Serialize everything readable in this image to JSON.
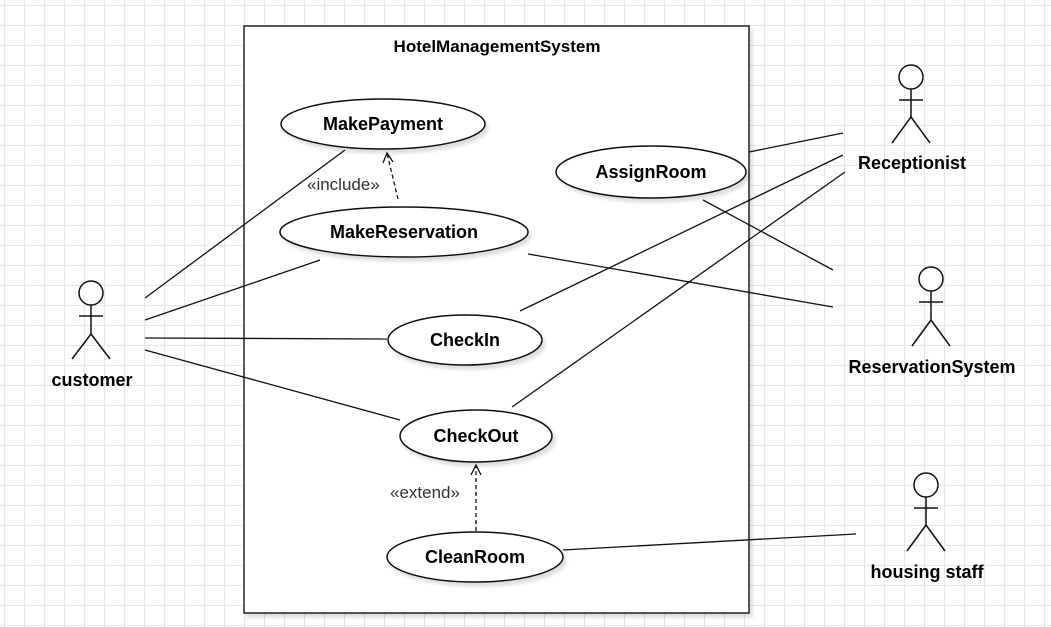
{
  "system": {
    "title": "HotelManagementSystem"
  },
  "use_cases": {
    "make_payment": "MakePayment",
    "make_reservation": "MakeReservation",
    "assign_room": "AssignRoom",
    "check_in": "CheckIn",
    "check_out": "CheckOut",
    "clean_room": "CleanRoom"
  },
  "actors": {
    "customer": "customer",
    "receptionist": "Receptionist",
    "reservation_system": "ReservationSystem",
    "housing_staff": "housing staff"
  },
  "relations": {
    "include": "«include»",
    "extend": "«extend»"
  }
}
